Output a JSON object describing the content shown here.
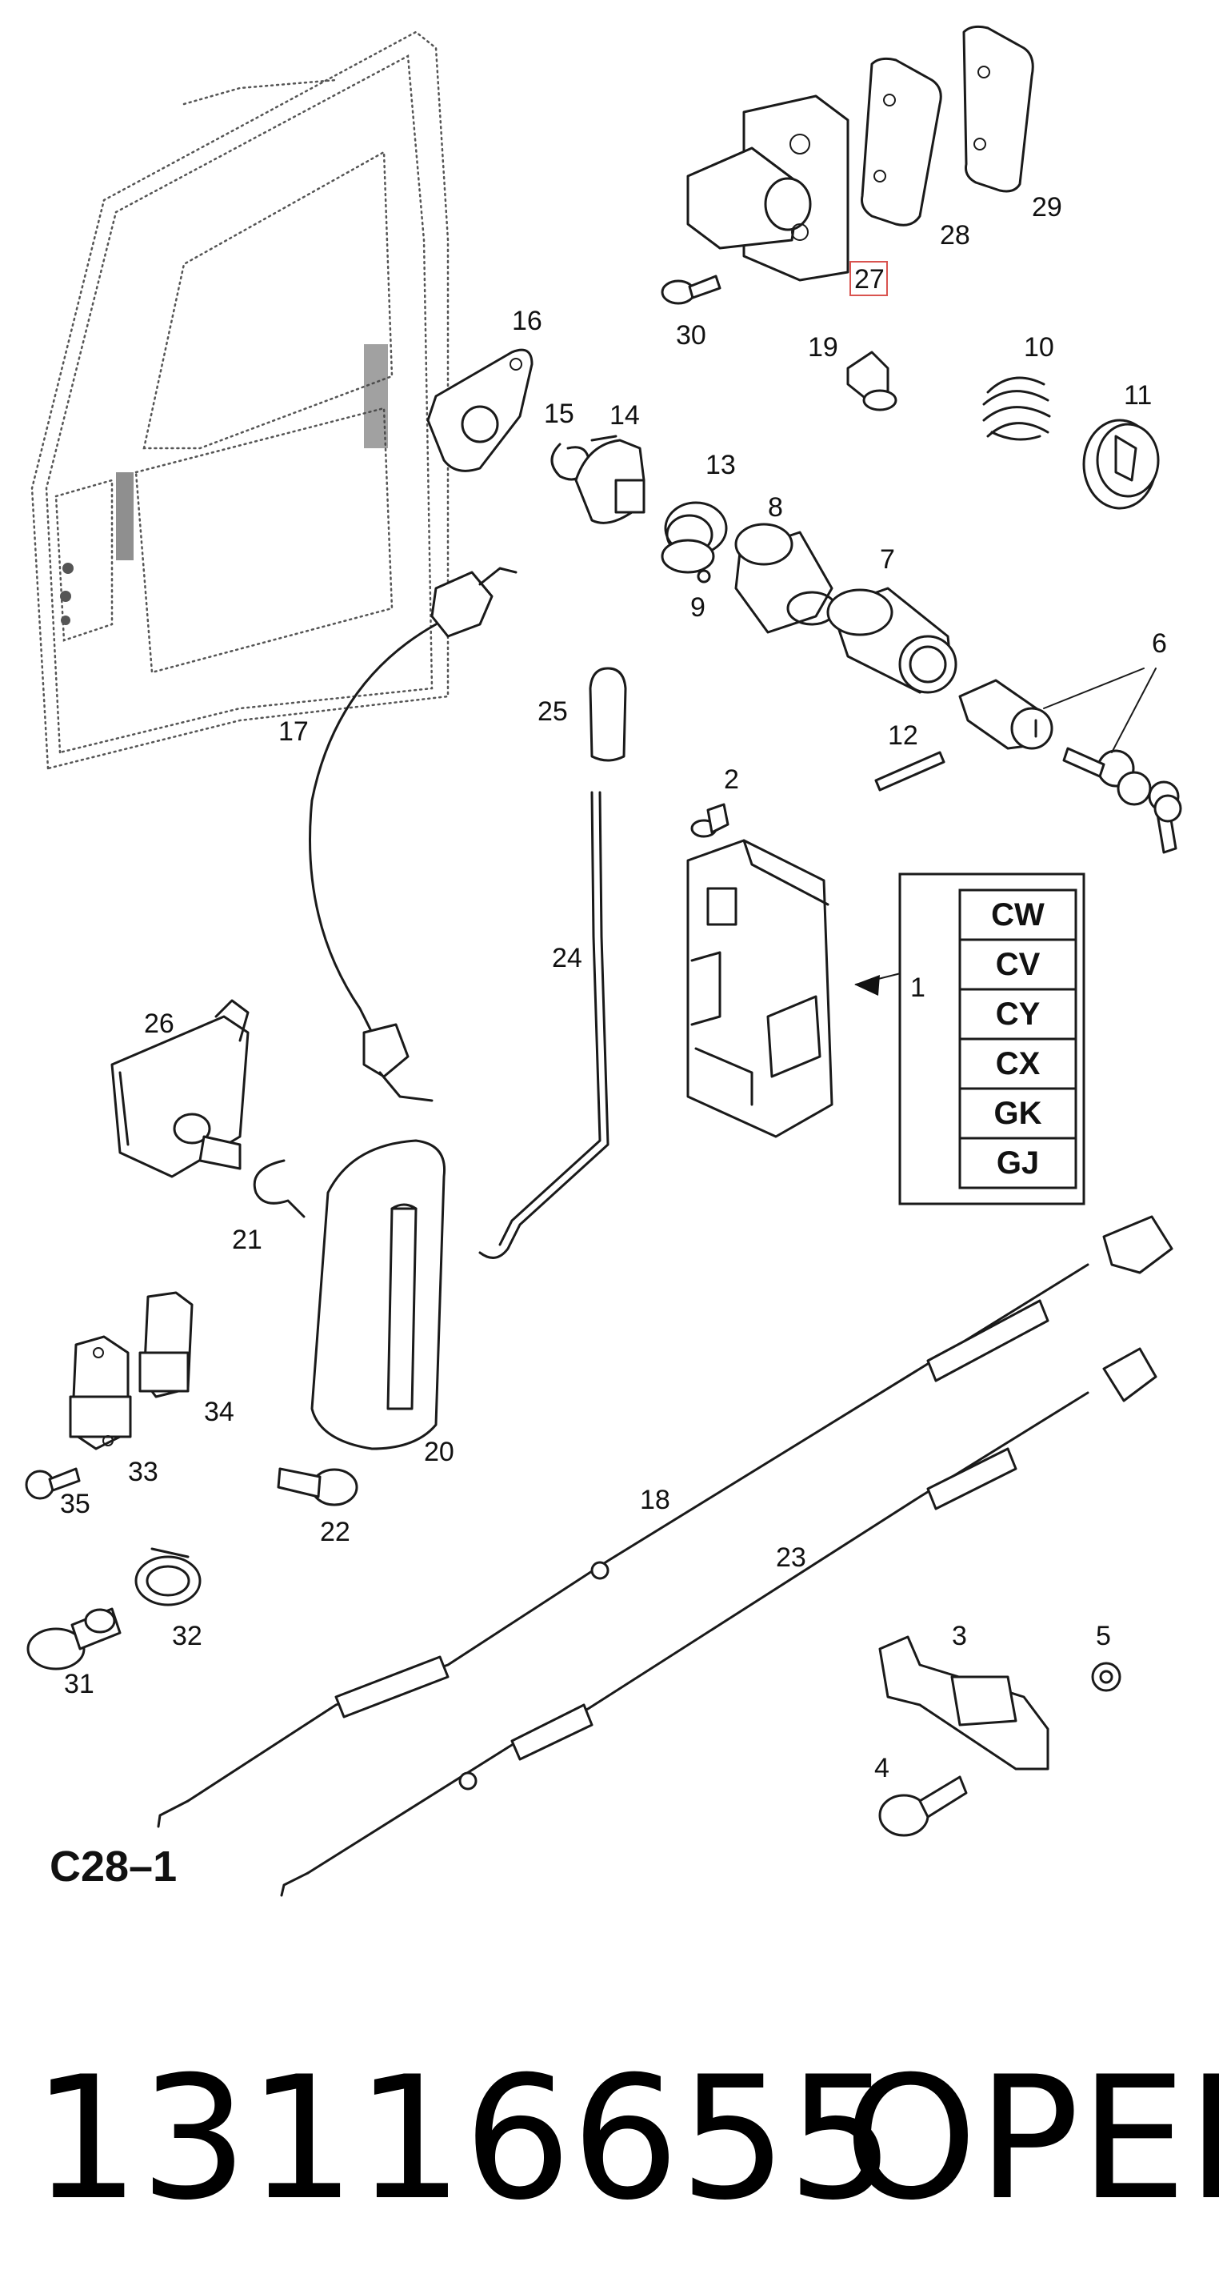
{
  "diagram": {
    "figure_label": "C28–1",
    "callouts": {
      "c1": "1",
      "c2": "2",
      "c3": "3",
      "c4": "4",
      "c5": "5",
      "c6": "6",
      "c7": "7",
      "c8": "8",
      "c9": "9",
      "c10": "10",
      "c11": "11",
      "c12": "12",
      "c13": "13",
      "c14": "14",
      "c15": "15",
      "c16": "16",
      "c17": "17",
      "c18": "18",
      "c19": "19",
      "c20": "20",
      "c21": "21",
      "c22": "22",
      "c23": "23",
      "c24": "24",
      "c25": "25",
      "c26": "26",
      "c27": "27",
      "c28": "28",
      "c29": "29",
      "c30": "30",
      "c31": "31",
      "c32": "32",
      "c33": "33",
      "c34": "34",
      "c35": "35"
    },
    "highlighted_callout": "27",
    "highlight_color": "#d9534f",
    "variant_codes": [
      "CW",
      "CV",
      "CY",
      "CX",
      "GK",
      "GJ"
    ]
  },
  "footer": {
    "part_number": "13116655",
    "brand": "OPEL"
  }
}
